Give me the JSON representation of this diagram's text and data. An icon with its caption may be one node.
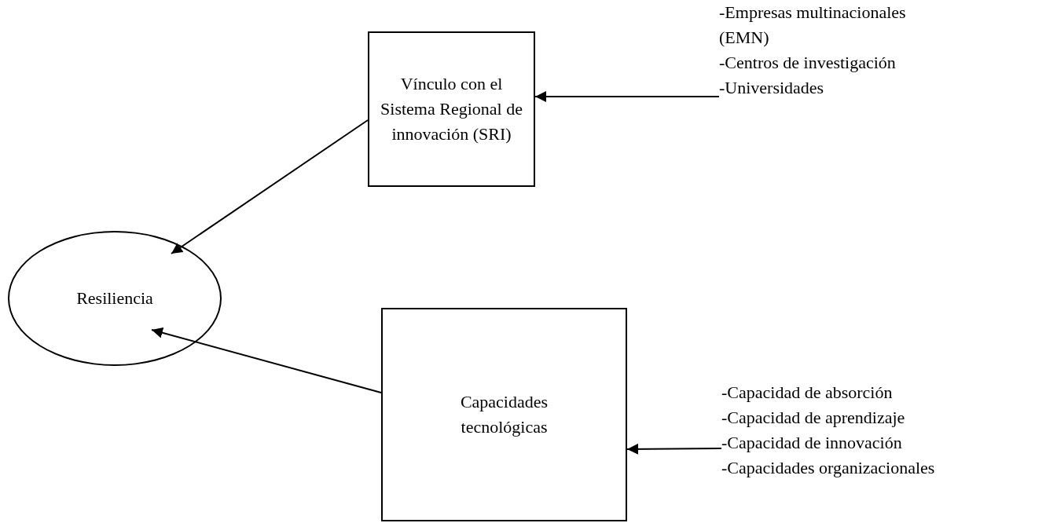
{
  "diagram": {
    "nodes": [
      {
        "text": [
          "Vínculo con el Sistema Regional de innovación (SRI)"
        ]
      },
      {
        "text": [
          "-Empresas multinacionales (EMN)",
          "-Centros de investigación",
          "-Universidades"
        ]
      },
      {
        "text": [
          "Resiliencia"
        ]
      },
      {
        "text": [
          "Capacidades tecnológicas"
        ]
      },
      {
        "text": [
          "-Capacidad de absorción",
          "-Capacidad de aprendizaje",
          "-Capacidad de innovación",
          "-Capacidades organizacionales"
        ]
      }
    ],
    "edges": [
      {
        "from": 1,
        "to": 0,
        "arrow": "to"
      },
      {
        "from": 0,
        "to": 2,
        "arrow": "to"
      },
      {
        "from": 3,
        "to": 2,
        "arrow": "to"
      },
      {
        "from": 4,
        "to": 3,
        "arrow": "to"
      }
    ]
  }
}
